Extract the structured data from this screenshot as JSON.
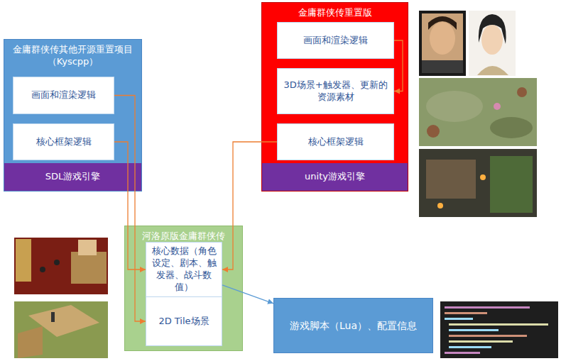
{
  "diagram": {
    "nodes": [
      {
        "text": [
          "金庸群侠传其他开源重置项目（Kyscpp）"
        ]
      },
      {
        "text": [
          "画面和渲染逻辑"
        ],
        "in": 0
      },
      {
        "text": [
          "核心框架逻辑"
        ],
        "in": 0
      },
      {
        "text": [
          "SDL游戏引擎"
        ],
        "in": 0
      },
      {
        "text": [
          "金庸群侠传重置版"
        ]
      },
      {
        "text": [
          "画面和渲染逻辑"
        ],
        "in": 4
      },
      {
        "text": [
          "3D场景+触发器、更新的资源素材"
        ],
        "in": 4
      },
      {
        "text": [
          "核心框架逻辑"
        ],
        "in": 4
      },
      {
        "text": [
          "unity游戏引擎"
        ],
        "in": 4
      },
      {
        "text": [
          "河洛原版金庸群侠传"
        ]
      },
      {
        "text": [
          "核心数据（角色设定、剧本、触发器、战斗数值）"
        ],
        "in": 9
      },
      {
        "text": [
          "2D Tile场景"
        ],
        "in": 9
      },
      {
        "text": [
          "游戏脚本（Lua）、配置信息"
        ]
      }
    ],
    "edges": [
      {
        "from": 1,
        "to": 11,
        "arrow": "to"
      },
      {
        "from": 2,
        "to": 10,
        "arrow": "to"
      },
      {
        "from": 7,
        "to": 10,
        "arrow": "to"
      },
      {
        "from": 5,
        "to": 6,
        "arrow": "to"
      },
      {
        "from": 10,
        "to": 12,
        "arrow": "to"
      }
    ]
  }
}
